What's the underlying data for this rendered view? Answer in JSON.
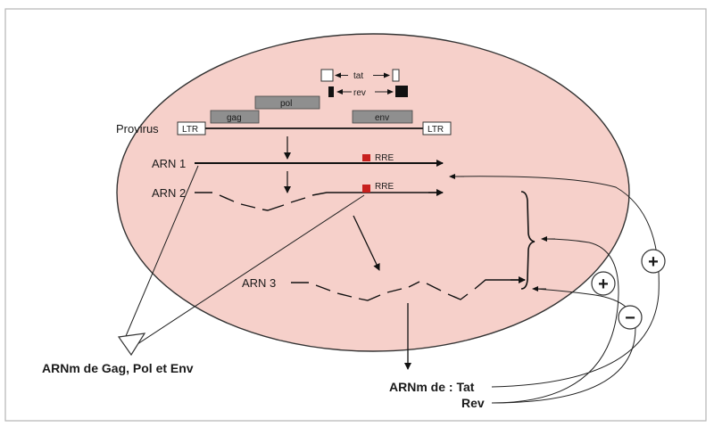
{
  "diagram": {
    "genes": {
      "pol": "pol",
      "gag": "gag",
      "env": "env",
      "tat": "tat",
      "rev": "rev"
    },
    "provirus_label": "Provirus",
    "ltr_left": "LTR",
    "ltr_right": "LTR",
    "arn1": "ARN 1",
    "arn2": "ARN 2",
    "arn3": "ARN 3",
    "rre1": "RRE",
    "rre2": "RRE",
    "output_gag": "ARNm de Gag, Pol et Env",
    "output_tat": "ARNm de : Tat",
    "output_rev": "Rev",
    "plus_top": "+",
    "plus_mid": "+",
    "minus": "−",
    "colors": {
      "nucleus_fill": "#f6d0ca",
      "gene_box": "#8f8f8f",
      "rre_red": "#c8201e",
      "rev_black": "#111111"
    }
  }
}
